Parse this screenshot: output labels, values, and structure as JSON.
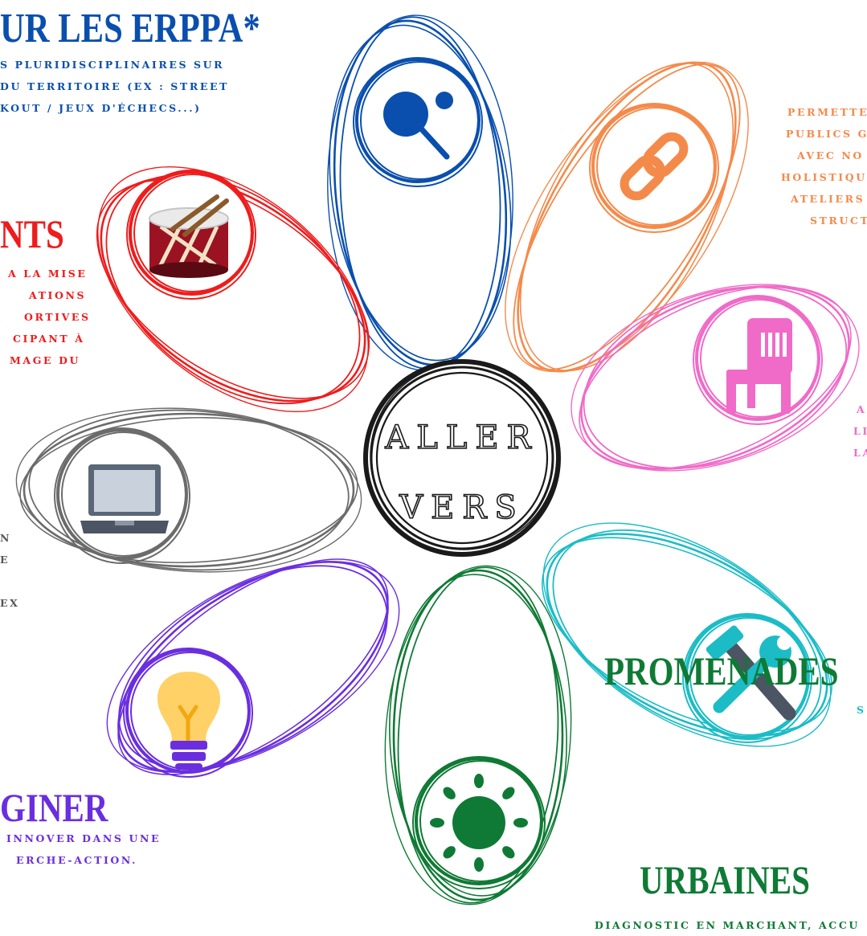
{
  "center": {
    "line1": "ALLER",
    "line2": "VERS"
  },
  "colors": {
    "blue": "#0a4fae",
    "orange": "#f48a4a",
    "pink": "#f06ac8",
    "teal": "#1bbcc6",
    "green": "#0f7a35",
    "purple": "#6a2ee0",
    "gray": "#6b6b6b",
    "red": "#ee1c1c",
    "black": "#1a1a1a"
  },
  "petals": [
    {
      "name": "blue",
      "icon": "ping-pong-icon"
    },
    {
      "name": "orange",
      "icon": "link-icon"
    },
    {
      "name": "pink",
      "icon": "chair-icon"
    },
    {
      "name": "teal",
      "icon": "tools-icon"
    },
    {
      "name": "green",
      "icon": "sun-icon"
    },
    {
      "name": "purple",
      "icon": "lightbulb-icon"
    },
    {
      "name": "gray",
      "icon": "laptop-icon"
    },
    {
      "name": "red",
      "icon": "drum-icon"
    }
  ],
  "blocks": {
    "blue": {
      "title": "UR LES ERPPA*",
      "lines": [
        "S PLURIDISCIPLINAIRES SUR",
        "DU TERRITOIRE (EX : STREET",
        "KOUT / JEUX D'ÉCHECS...)"
      ]
    },
    "orange": {
      "lines": [
        "PERMETTE",
        "PUBLICS G",
        "AVEC NO",
        "HOLISTIQU",
        "ATELIERS",
        "STRUCT"
      ]
    },
    "red": {
      "title": "NTS",
      "lines": [
        "A LA MISE",
        "ATIONS",
        "ORTIVES",
        "CIPANT À",
        "MAGE DU"
      ]
    },
    "pink": {
      "lines": [
        "A",
        "LI",
        "LA"
      ]
    },
    "gray": {
      "lines": [
        "N",
        "E",
        "",
        "EX"
      ]
    },
    "teal": {
      "lines": [
        "S"
      ]
    },
    "purple": {
      "title": "GINER",
      "lines": [
        "INNOVER DANS UNE",
        "ERCHE-ACTION."
      ]
    },
    "green": {
      "title1": "PROMENADES",
      "title2": "URBAINES",
      "sub": "DIAGNOSTIC EN MARCHANT, ACCU"
    }
  }
}
